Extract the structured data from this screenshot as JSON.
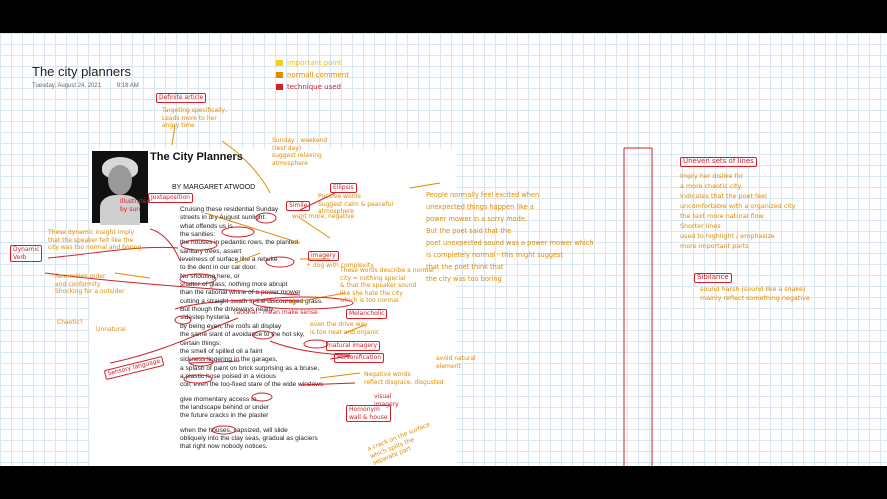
{
  "page": {
    "title": "The city planners",
    "date": "Tuesday, August 24, 2021",
    "time": "9:18 AM"
  },
  "legend": {
    "items": [
      {
        "label": "important point",
        "color": "#f2d21a"
      },
      {
        "label": "normall comment",
        "color": "#e08a00"
      },
      {
        "label": "technique used",
        "color": "#d0202a"
      }
    ]
  },
  "poem": {
    "title": "The City Planners",
    "byline": "BY MARGARET ATWOOD",
    "lines": [
      "Cruising these residential Sunday",
      "streets in dry August sunlight:",
      "what offends us is",
      "the sanities:",
      "the houses in pedantic rows, the planted",
      "sanitary trees, assert",
      "levelness of surface like a rebuke",
      "to the dent in our car door.",
      "No shouting here, or",
      "shatter of glass; nothing more abrupt",
      "than the rational whine of a power mower",
      "cutting a straight swath in the discouraged grass.",
      "But though the driveways neatly",
      "sidestep hysteria",
      "by being even, the roofs all display",
      "the same slant of avoidance to the hot sky,",
      "certain things:",
      "the smell of spilled oil a faint",
      "sickness lingering in the garages,",
      "a splash of paint on brick surprising as a bruise,",
      "a plastic hose poised in a vicious",
      "coil; even the too-fixed stare of the wide windows",
      "",
      "give momentary access to",
      "the landscape behind or under",
      "the future cracks in the plaster",
      "",
      "when the houses, capsized, will slide",
      "obliquely into the clay seas, gradual as glaciers",
      "that right now nobody notices."
    ]
  },
  "annotations": {
    "definite_article": "Definite article",
    "definite_note": [
      "Targeting specifically,",
      "Leads more to her",
      "angry tone"
    ],
    "sunday_note": [
      "Sunday : weekend",
      "(rest day)",
      "suggest relaxing",
      "atmosphere"
    ],
    "juxtaposition": "Juxtaposition",
    "illustrated": [
      "Illustrated",
      "by sun"
    ],
    "dynamic_verb": [
      "Dynamic",
      "Verb"
    ],
    "dynamic_note": [
      "These dynamic insight imply",
      "that the speaker felt like the",
      "city was too normal and boring"
    ],
    "order": [
      "Resembles order",
      "and conformity",
      "Shocking for a outsider"
    ],
    "chaotic": "Chaotic?",
    "unnatural": "Unnatural",
    "sensory": "Sensory language",
    "simile": "Simile",
    "simile_note": "want more, negative",
    "imagery": "imagery",
    "imagery_note": "+ dog with complexity",
    "ellipsis": "Ellipsis",
    "ellipsis_note": [
      "Positive words",
      "Suggest calm & peaceful",
      "atmosphere"
    ],
    "words_note": [
      "These words describe a normal",
      "city = nothing special",
      "& that the speaker sound",
      "like she hate the city",
      "which is too normal"
    ],
    "rational_note": "rational - mean make sense",
    "melancholic": "Melancholic",
    "drive_note": [
      "even the drive way",
      "is too neat and organic"
    ],
    "natural_imagery": "natural imagery",
    "personification": "Personification",
    "avoid_note": [
      "avoid natural",
      "element"
    ],
    "negative_note": [
      "Negative words",
      "reflect disgrace, disgusted"
    ],
    "metaphor": [
      "visual",
      "imagery"
    ],
    "homonym": [
      "Homonym",
      "wall & house"
    ],
    "hose_note": [
      "a crack on the surface",
      "which splits the",
      "separate part"
    ],
    "center_note": [
      "People normally feel excited when",
      "unexpected things happen like a",
      "power mower in a sorry mode.",
      "But the poet said that the",
      "poet unexpected sound was a power mower which",
      "is completely normal - this might suggest",
      "that the poet think that",
      "the city was too boring"
    ],
    "uneven": "Uneven sets of lines",
    "uneven_note": [
      "Imply her dislike for",
      "a more chaotic city",
      "Indicates that the poet feel",
      "uncomfortable with a organized city",
      "the text more natural flow",
      "Shorter lines",
      "used to highlight / emphasize",
      "more important parts"
    ],
    "sibilance": "Sibilance",
    "sibilance_note": [
      "sound harsh (sound like a snake)",
      "mainly reflect something negative"
    ]
  }
}
